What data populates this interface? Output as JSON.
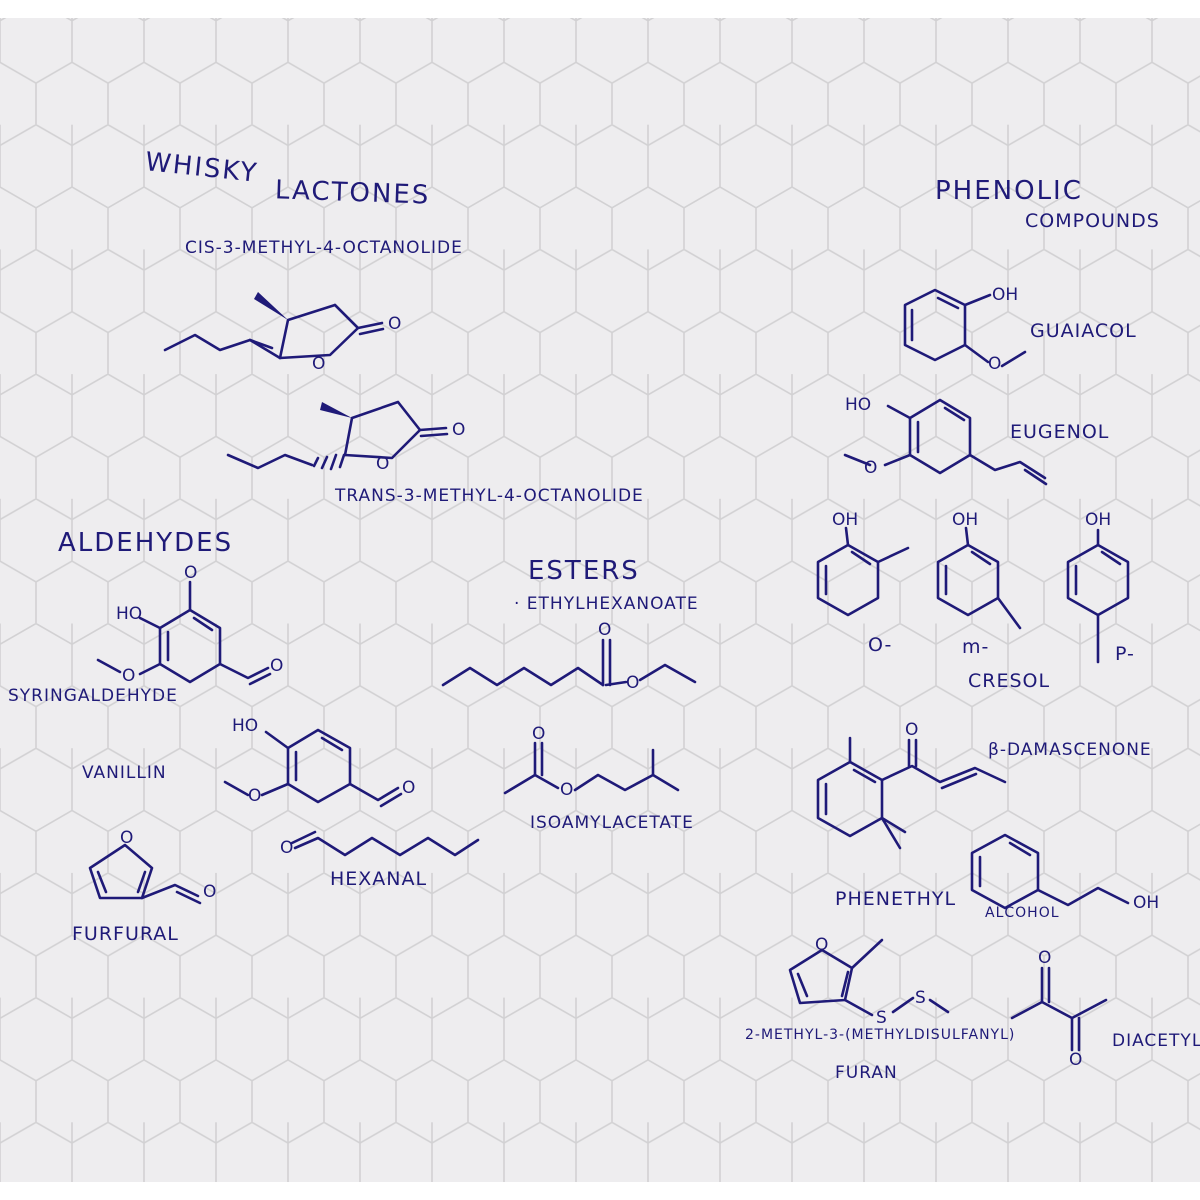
{
  "colors": {
    "paper": "#eeedef",
    "grid": "#d2d1d3",
    "ink": "#1f1a78"
  },
  "sections": {
    "whisky": "WHISKY",
    "lactones": "LACTONES",
    "phenolic_1": "PHENOLIC",
    "phenolic_2": "COMPOUNDS",
    "aldehydes": "ALDEHYDES",
    "esters": "ESTERS"
  },
  "compounds": {
    "cis_lactone": "CIS-3-METHYL-4-OCTANOLIDE",
    "trans_lactone": "TRANS-3-METHYL-4-OCTANOLIDE",
    "guaiacol": "GUAIACOL",
    "eugenol": "EUGENOL",
    "o_prefix": "O-",
    "m_prefix": "m-",
    "p_prefix": "P-",
    "cresol": "CRESOL",
    "syringaldehyde": "SYRINGALDEHYDE",
    "vanillin": "VANILLIN",
    "furfural": "FURFURAL",
    "hexanal": "HEXANAL",
    "ethyl_hexanoate": "· ETHYLHEXANOATE",
    "isoamyl_acetate": "ISOAMYLACETATE",
    "damascenone": "β-DAMASCENONE",
    "phenethyl": "PHENETHYL",
    "alcohol": "ALCOHOL",
    "mmf_1": "2-METHYL-3-(METHYLDISULFANYL)",
    "mmf_2": "FURAN",
    "diacetyl": "DIACETYL"
  },
  "atoms": {
    "oxygen": "O",
    "hydroxyl_right": "OH",
    "hydroxyl_left": "HO",
    "sulfur": "S"
  }
}
